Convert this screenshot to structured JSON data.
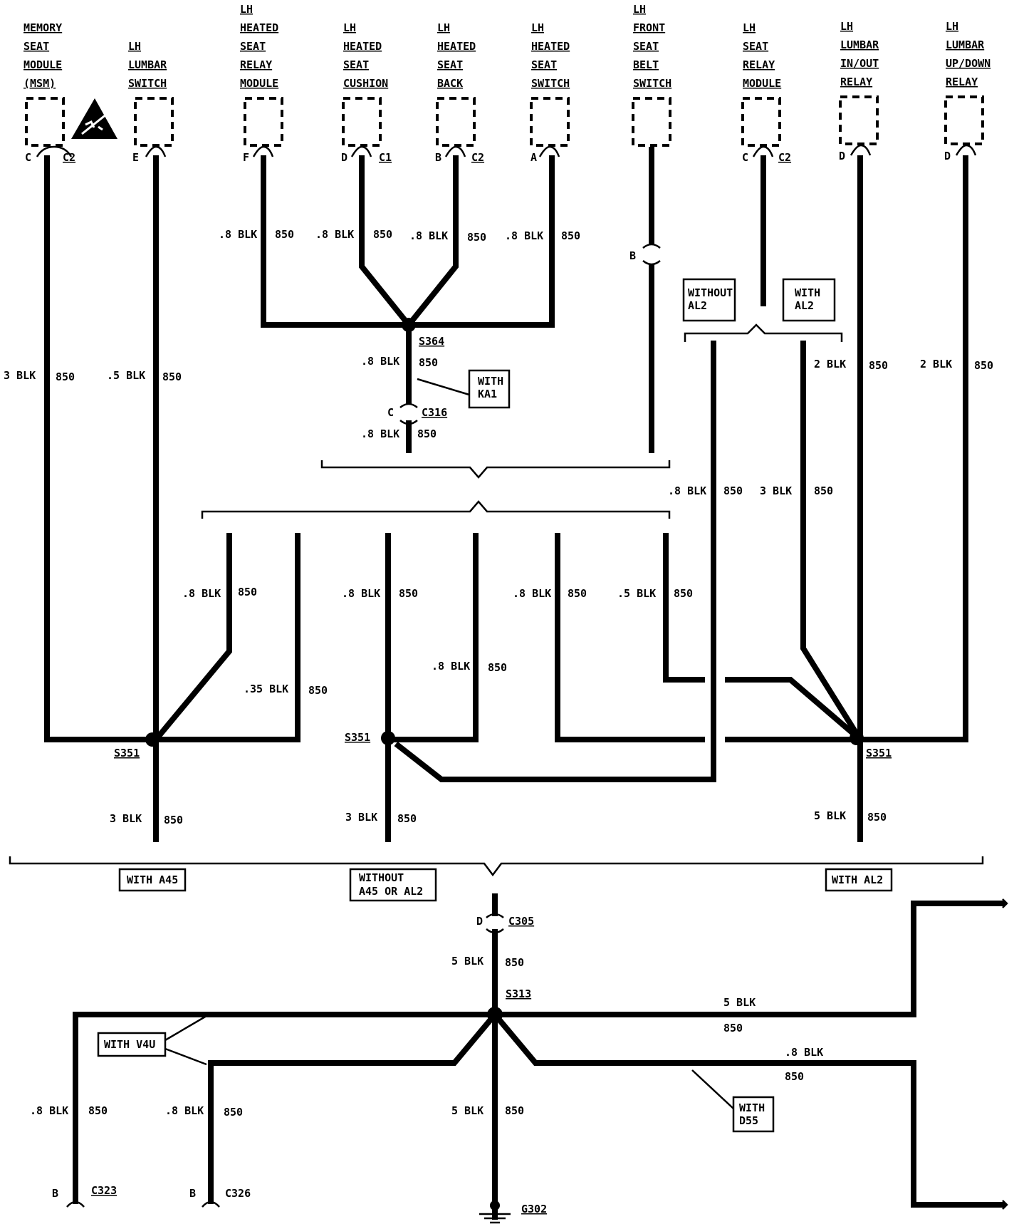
{
  "components": [
    {
      "id": "msm",
      "lines": [
        "MEMORY",
        "SEAT",
        "MODULE",
        "(MSM)"
      ],
      "pin": "C",
      "connector": "C2"
    },
    {
      "id": "lumbar-switch",
      "lines": [
        "LH",
        "LUMBAR",
        "SWITCH"
      ],
      "pin": "E",
      "connector": ""
    },
    {
      "id": "heated-seat-relay",
      "lines": [
        "LH",
        "HEATED",
        "SEAT",
        "RELAY",
        "MODULE"
      ],
      "pin": "F",
      "connector": ""
    },
    {
      "id": "heated-seat-cushion",
      "lines": [
        "LH",
        "HEATED",
        "SEAT",
        "CUSHION"
      ],
      "pin": "D",
      "connector": "C1"
    },
    {
      "id": "heated-seat-back",
      "lines": [
        "LH",
        "HEATED",
        "SEAT",
        "BACK"
      ],
      "pin": "B",
      "connector": "C2"
    },
    {
      "id": "heated-seat-switch",
      "lines": [
        "LH",
        "HEATED",
        "SEAT",
        "SWITCH"
      ],
      "pin": "A",
      "connector": ""
    },
    {
      "id": "front-seat-belt-switch",
      "lines": [
        "LH",
        "FRONT",
        "SEAT",
        "BELT",
        "SWITCH"
      ],
      "pin": "",
      "connector": ""
    },
    {
      "id": "seat-relay-module",
      "lines": [
        "LH",
        "SEAT",
        "RELAY",
        "MODULE"
      ],
      "pin": "C",
      "connector": "C2"
    },
    {
      "id": "lumbar-in-out-relay",
      "lines": [
        "LH",
        "LUMBAR",
        "IN/OUT",
        "RELAY"
      ],
      "pin": "D",
      "connector": ""
    },
    {
      "id": "lumbar-up-down-relay",
      "lines": [
        "LH",
        "LUMBAR",
        "UP/DOWN",
        "RELAY"
      ],
      "pin": "D",
      "connector": ""
    }
  ],
  "wire_labels": [
    {
      "size": "3 BLK",
      "circuit": "850"
    },
    {
      "size": ".5 BLK",
      "circuit": "850"
    },
    {
      "size": ".8 BLK",
      "circuit": "850"
    },
    {
      "size": ".8 BLK",
      "circuit": "850"
    },
    {
      "size": ".8 BLK",
      "circuit": "850"
    },
    {
      "size": ".8 BLK",
      "circuit": "850"
    },
    {
      "size": ".8 BLK",
      "circuit": "850"
    },
    {
      "size": ".8 BLK",
      "circuit": "850"
    },
    {
      "size": "2 BLK",
      "circuit": "850"
    },
    {
      "size": "2 BLK",
      "circuit": "850"
    },
    {
      "size": ".8 BLK",
      "circuit": "850"
    },
    {
      "size": "3 BLK",
      "circuit": "850"
    },
    {
      "size": ".8 BLK",
      "circuit": "850"
    },
    {
      "size": ".8 BLK",
      "circuit": "850"
    },
    {
      "size": ".8 BLK",
      "circuit": "850"
    },
    {
      "size": ".5 BLK",
      "circuit": "850"
    },
    {
      "size": ".8 BLK",
      "circuit": "850"
    },
    {
      "size": ".35 BLK",
      "circuit": "850"
    },
    {
      "size": "3 BLK",
      "circuit": "850"
    },
    {
      "size": "3 BLK",
      "circuit": "850"
    },
    {
      "size": "5 BLK",
      "circuit": "850"
    },
    {
      "size": "5 BLK",
      "circuit": "850"
    },
    {
      "size": "5 BLK",
      "circuit": "850"
    },
    {
      "size": ".8 BLK",
      "circuit": "850"
    },
    {
      "size": ".8 BLK",
      "circuit": "850"
    },
    {
      "size": ".8 BLK",
      "circuit": "850"
    },
    {
      "size": "5 BLK",
      "circuit": "850"
    }
  ],
  "splices": {
    "s364": "S364",
    "s351_left": "S351",
    "s351_mid": "S351",
    "s351_right": "S351",
    "s313": "S313"
  },
  "connectors": {
    "c316_pin": "C",
    "c316": "C316",
    "belt_pin": "B",
    "c305_pin": "D",
    "c305": "C305",
    "c323_pin": "B",
    "c323": "C323",
    "c326_pin": "B",
    "c326": "C326"
  },
  "ground": "G302",
  "option_boxes": {
    "with_ka1": [
      "WITH",
      "KA1"
    ],
    "without_al2": [
      "WITHOUT",
      "AL2"
    ],
    "with_al2_top": [
      "WITH",
      "AL2"
    ],
    "with_a45": [
      "WITH A45"
    ],
    "without_a45_al2": [
      "WITHOUT",
      "A45 OR AL2"
    ],
    "with_al2_bottom": [
      "WITH AL2"
    ],
    "with_v4u": [
      "WITH V4U"
    ],
    "with_d55": [
      "WITH",
      "D55"
    ]
  }
}
